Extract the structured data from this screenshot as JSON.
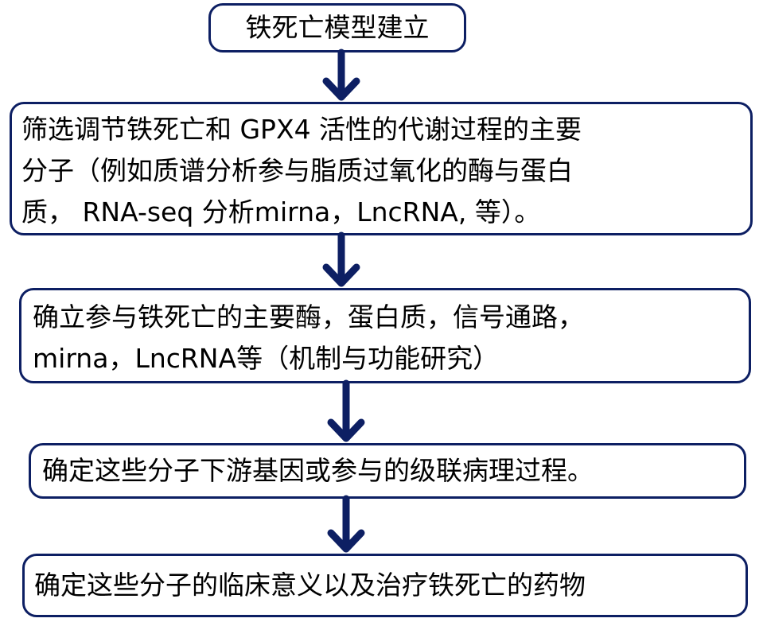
{
  "colors": {
    "arrow": "#0d1f63",
    "border": "#0d1f63",
    "text": "#000000",
    "background": "#ffffff"
  },
  "flowchart": {
    "steps": [
      {
        "lines": [
          "铁死亡模型建立"
        ]
      },
      {
        "lines": [
          "筛选调节铁死亡和 GPX4 活性的代谢过程的主要",
          "分子（例如质谱分析参与脂质过氧化的酶与蛋白",
          "质， RNA-seq 分析mirna，LncRNA, 等）。"
        ]
      },
      {
        "lines": [
          "确立参与铁死亡的主要酶，蛋白质，信号通路，",
          "mirna，LncRNA等（机制与功能研究）"
        ]
      },
      {
        "lines": [
          "确定这些分子下游基因或参与的级联病理过程。"
        ]
      },
      {
        "lines": [
          "确定这些分子的临床意义以及治疗铁死亡的药物"
        ]
      }
    ]
  }
}
